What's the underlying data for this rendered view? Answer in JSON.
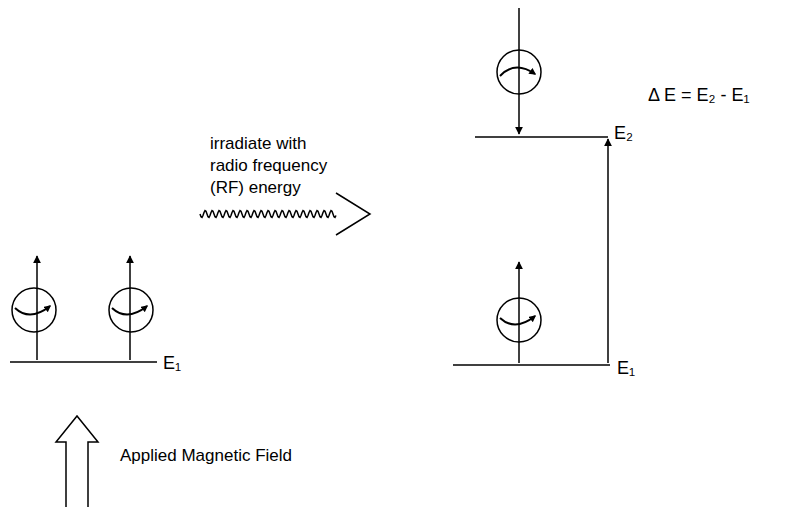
{
  "diagram": {
    "labels": [
      "E₂",
      "irradiate with radio frequency (RF) energy",
      "Δ E = E₂ - E₁",
      "E₁",
      "E₁",
      "Applied Magnetic Field"
    ]
  }
}
